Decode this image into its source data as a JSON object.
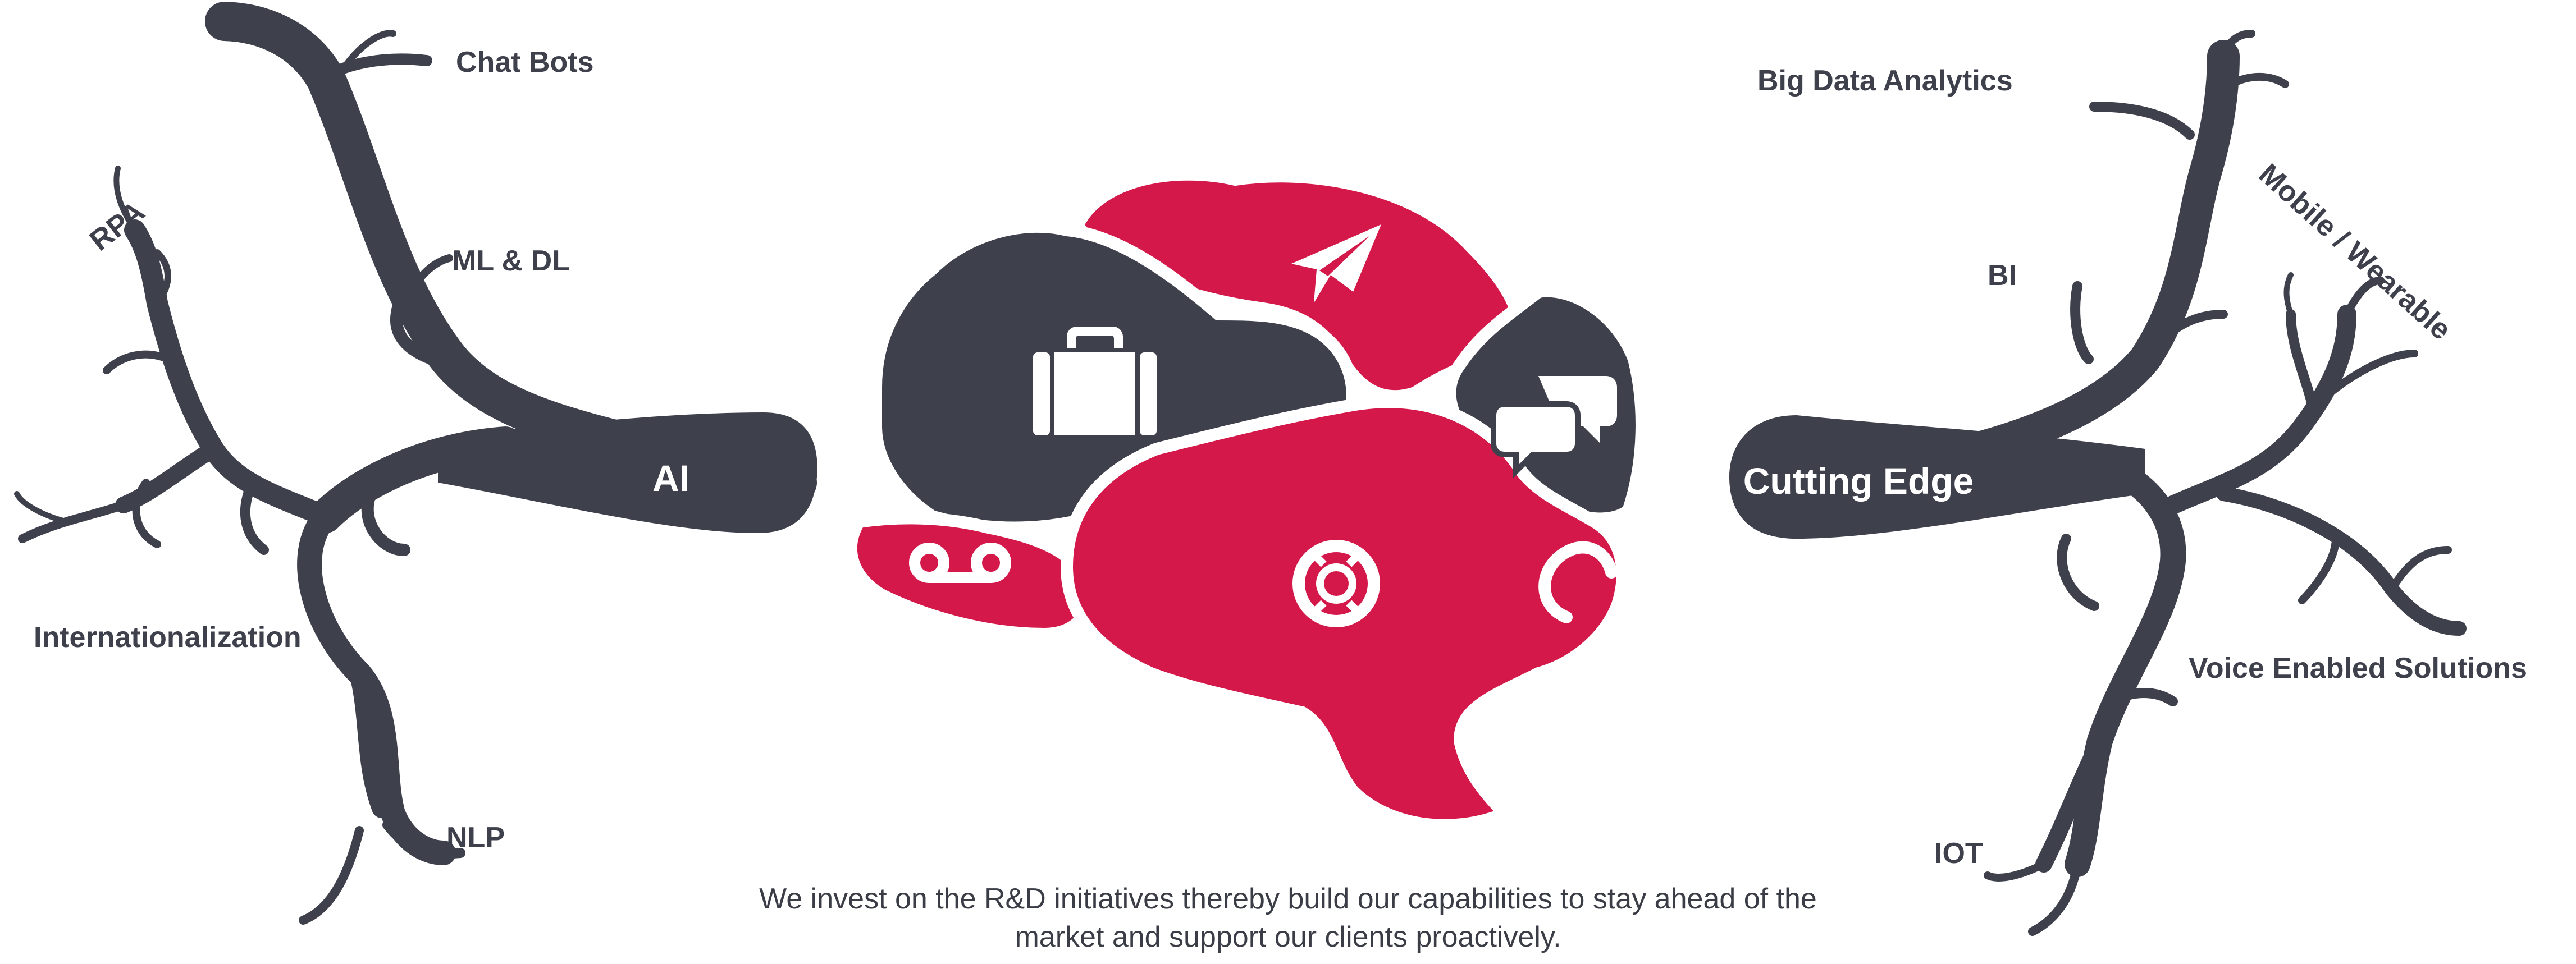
{
  "colors": {
    "dark": "#3e414c",
    "red": "#d4184a",
    "label": "#3e414c",
    "white": "#ffffff"
  },
  "left_tree": {
    "hub_label": "AI",
    "branches": {
      "chat_bots": "Chat Bots",
      "ml_dl": "ML & DL",
      "rpa": "RPA",
      "internationalization": "Internationalization",
      "nlp": "NLP"
    }
  },
  "right_tree": {
    "hub_label": "Cutting Edge",
    "branches": {
      "big_data": "Big Data Analytics",
      "bi": "BI",
      "mobile_wearable": "Mobile  / Wearable",
      "voice": "Voice Enabled Solutions",
      "iot": "IOT"
    }
  },
  "brain": {
    "icons": [
      "briefcase-icon",
      "paper-plane-icon",
      "chat-bubbles-icon",
      "voicemail-icon",
      "lifebuoy-icon"
    ]
  },
  "caption": {
    "line1": "We invest on the R&D initiatives thereby build our capabilities to stay ahead of the",
    "line2": "market and support our clients proactively."
  }
}
